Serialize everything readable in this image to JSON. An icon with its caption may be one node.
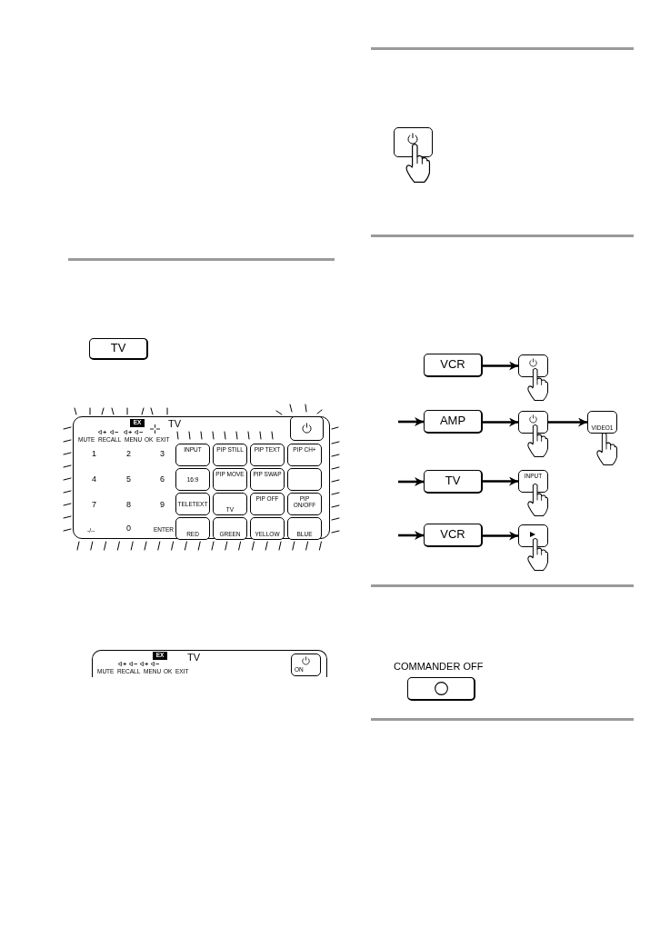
{
  "diagram": {
    "nodes": [
      {
        "text": [
          "TV"
        ]
      },
      {
        "text": [
          "TV",
          "MUTE",
          "RECALL",
          "MENU",
          "OK",
          "EXIT",
          "1",
          "2",
          "3",
          "4",
          "5",
          "6",
          "7",
          "8",
          "9",
          "-/--",
          "0",
          "ENTER"
        ]
      },
      {
        "text": [
          "EX"
        ],
        "in": 1
      },
      {
        "text": [],
        "shape": "box",
        "in": 1
      },
      {
        "text": [
          "INPUT"
        ],
        "in": 1
      },
      {
        "text": [
          "PIP STILL"
        ],
        "in": 1
      },
      {
        "text": [
          "PIP TEXT"
        ],
        "in": 1
      },
      {
        "text": [
          "PIP CH+"
        ],
        "in": 1
      },
      {
        "text": [
          "16:9"
        ],
        "in": 1
      },
      {
        "text": [
          "PIP MOVE"
        ],
        "in": 1
      },
      {
        "text": [
          "PIP SWAP"
        ],
        "in": 1
      },
      {
        "text": [],
        "shape": "box",
        "in": 1
      },
      {
        "text": [
          "TELETEXT"
        ],
        "in": 1
      },
      {
        "text": [
          "TV"
        ],
        "in": 1
      },
      {
        "text": [
          "PIP OFF"
        ],
        "in": 1
      },
      {
        "text": [
          "PIP ON/OFF"
        ],
        "in": 1
      },
      {
        "text": [
          "RED"
        ],
        "in": 1
      },
      {
        "text": [
          "GREEN"
        ],
        "in": 1
      },
      {
        "text": [
          "YELLOW"
        ],
        "in": 1
      },
      {
        "text": [
          "BLUE"
        ],
        "in": 1
      },
      {
        "text": [
          "TV",
          "MUTE",
          "RECALL",
          "MENU",
          "OK",
          "EXIT"
        ]
      },
      {
        "text": [
          "EX"
        ],
        "in": 20
      },
      {
        "text": [
          "ON"
        ],
        "in": 20
      },
      {
        "text": [],
        "shape": "box"
      },
      {
        "text": [
          "VCR"
        ]
      },
      {
        "text": [],
        "shape": "box"
      },
      {
        "text": [
          "AMP"
        ]
      },
      {
        "text": [],
        "shape": "box"
      },
      {
        "text": [
          "VIDEO1"
        ]
      },
      {
        "text": [
          "TV"
        ]
      },
      {
        "text": [
          "INPUT"
        ]
      },
      {
        "text": [
          "VCR"
        ]
      },
      {
        "text": [],
        "shape": "box"
      },
      {
        "text": [
          "COMMANDER OFF"
        ]
      }
    ],
    "edges": [
      {
        "from": 24,
        "to": 25,
        "arrow": "to"
      },
      {
        "from": null,
        "to": 26,
        "arrow": "to"
      },
      {
        "from": 26,
        "to": 27,
        "arrow": "to"
      },
      {
        "from": 27,
        "to": 28,
        "arrow": "to"
      },
      {
        "from": null,
        "to": 29,
        "arrow": "to"
      },
      {
        "from": 29,
        "to": 30,
        "arrow": "to"
      },
      {
        "from": null,
        "to": 31,
        "arrow": "to"
      },
      {
        "from": 31,
        "to": 32,
        "arrow": "to"
      }
    ]
  }
}
